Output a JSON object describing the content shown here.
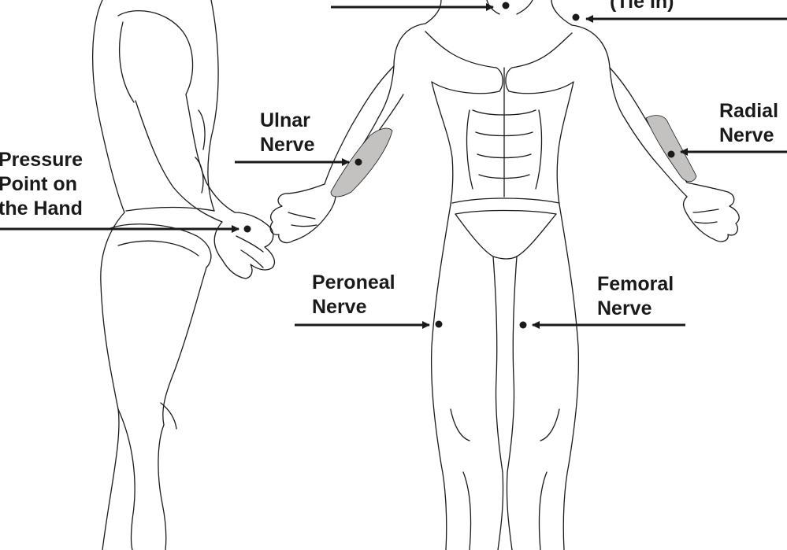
{
  "labels": {
    "tie_in": "(Tie In)",
    "ulnar": [
      "Ulnar",
      "Nerve"
    ],
    "radial": [
      "Radial",
      "Nerve"
    ],
    "hand": [
      "Pressure",
      "Point on",
      "the Hand"
    ],
    "peroneal": [
      "Peroneal",
      "Nerve"
    ],
    "femoral": [
      "Femoral",
      "Nerve"
    ]
  },
  "colors": {
    "ink": "#1a1a1a",
    "nerve_shading": "#c4c2c0",
    "background": "#ffffff"
  }
}
